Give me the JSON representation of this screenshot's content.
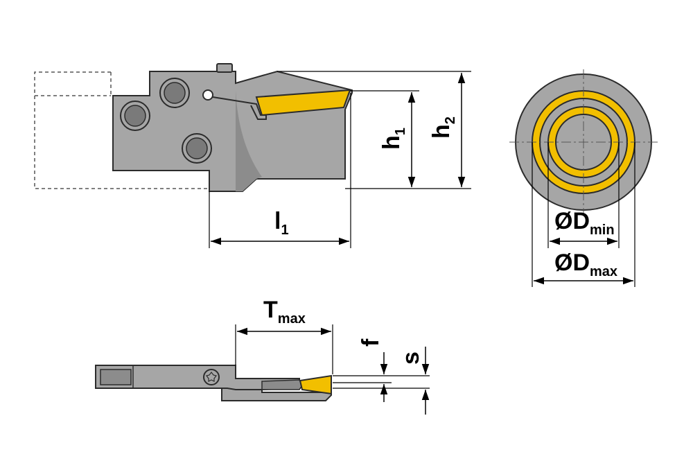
{
  "labels": {
    "h1": {
      "main": "h",
      "sub": "1"
    },
    "h2": {
      "main": "h",
      "sub": "2"
    },
    "l1": {
      "main": "l",
      "sub": "1"
    },
    "dmin": {
      "main": "ØD",
      "sub": "min"
    },
    "dmax": {
      "main": "ØD",
      "sub": "max"
    },
    "tmax": {
      "main": "T",
      "sub": "max"
    },
    "f": {
      "main": "f"
    },
    "s": {
      "main": "s"
    }
  },
  "colors": {
    "body": "#a6a6a6",
    "body_dark": "#8c8c8c",
    "insert": "#f2bf00",
    "outline": "#2b2b2b",
    "dim_line": "#000000",
    "hole_fill": "#7a7a7a"
  }
}
